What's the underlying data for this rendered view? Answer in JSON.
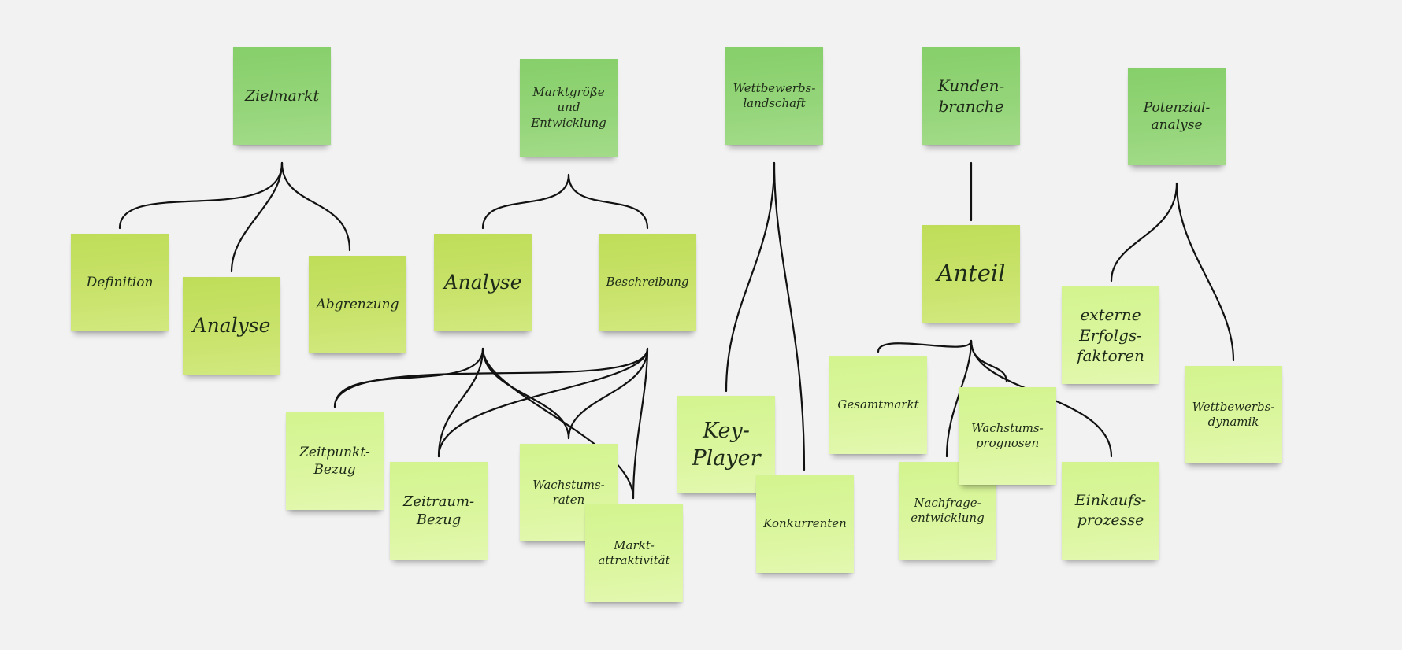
{
  "notes": {
    "zielmarkt": "Zielmarkt",
    "marktgroesse": "Marktgröße\nund\nEntwicklung",
    "wettbewerbslandschaft": "Wettbewerbs-\nlandschaft",
    "kundenbranche": "Kunden-\nbranche",
    "potenzialanalyse": "Potenzial-\nanalyse",
    "definition": "Definition",
    "analyse_1": "Analyse",
    "abgrenzung": "Abgrenzung",
    "analyse_2": "Analyse",
    "beschreibung": "Beschreibung",
    "anteil": "Anteil",
    "externe_erfolgsfaktoren": "externe\nErfolgs-\nfaktoren",
    "wettbewerbsdynamik": "Wettbewerbs-\ndynamik",
    "zeitpunkt_bezug": "Zeitpunkt-\nBezug",
    "zeitraum_bezug": "Zeitraum-\nBezug",
    "wachstumsraten": "Wachstums-\nraten",
    "marktattraktivitaet": "Markt-\nattraktivität",
    "key_player": "Key-\nPlayer",
    "konkurrenten": "Konkurrenten",
    "gesamtmarkt": "Gesamtmarkt",
    "wachstumsprognosen": "Wachstums-\nprognosen",
    "nachfrageentwicklung": "Nachfrage-\nentwicklung",
    "einkaufsprozesse": "Einkaufs-\nprozesse"
  },
  "colors": {
    "category_note": "#93d477",
    "group_note": "#c8e26a",
    "leaf_note": "#daf69e",
    "connector": "#111111",
    "background": "#f2f2f2"
  }
}
